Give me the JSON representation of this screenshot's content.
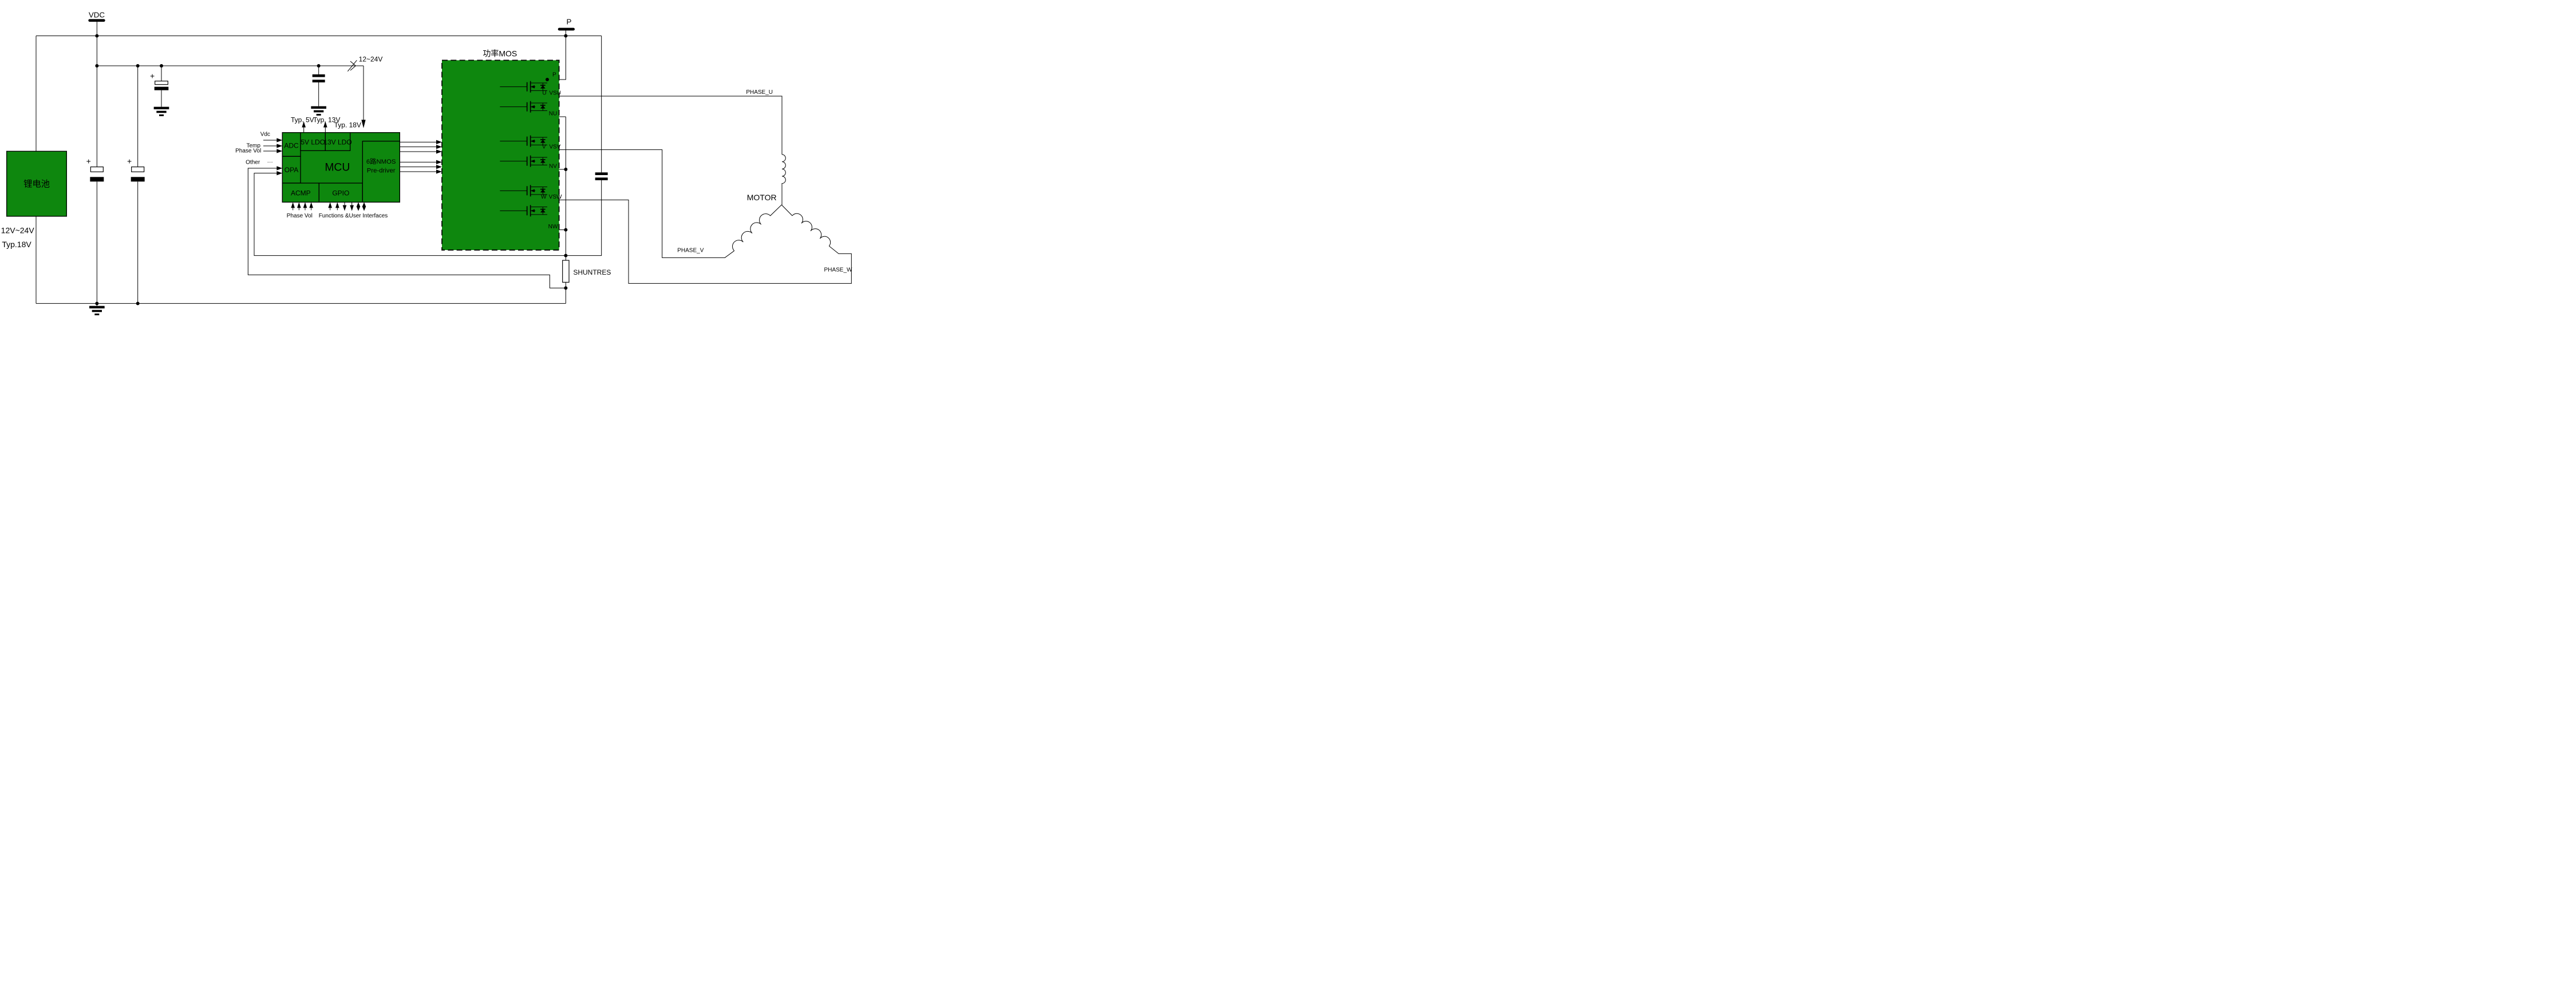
{
  "colors": {
    "block_green": "#0e870e",
    "line": "#000000",
    "background": "#ffffff"
  },
  "terminals": {
    "vdc": "VDC",
    "p": "P",
    "supply_range": "12~24V",
    "typ_5v": "Typ. 5V",
    "typ_13v": "Typ. 13V",
    "typ_18v": "Typ. 18V"
  },
  "battery": {
    "name": "锂电池",
    "range": "12V~24V",
    "typical": "Typ.18V"
  },
  "mcu": {
    "adc": "ADC",
    "ldo5": "5V LDO",
    "ldo13": "13V LDO",
    "opa": "OPA",
    "core": "MCU",
    "acmp": "ACMP",
    "gpio": "GPIO",
    "predriver_line1": "6路NMOS",
    "predriver_line2": "Pre-driver",
    "inputs": {
      "vdc": "Vdc",
      "temp": "Temp",
      "phase_vol": "Phase Vol",
      "other": "Other",
      "ellipsis": "···"
    },
    "acmp_inputs_label": "Phase Vol",
    "gpio_pins_label": "Functions &User Interfaces"
  },
  "power_stage": {
    "title": "功率MOS",
    "pins": {
      "p": "P",
      "u": "U",
      "vsu": "VSU",
      "nu": "NU",
      "v": "V",
      "vsv": "VSV",
      "nv": "NV",
      "w": "W",
      "vsw": "VSW",
      "nw": "NW"
    }
  },
  "shunt": {
    "label": "SHUNTRES"
  },
  "motor": {
    "label": "MOTOR",
    "phase_u": "PHASE_U",
    "phase_v": "PHASE_V",
    "phase_w": "PHASE_W"
  }
}
